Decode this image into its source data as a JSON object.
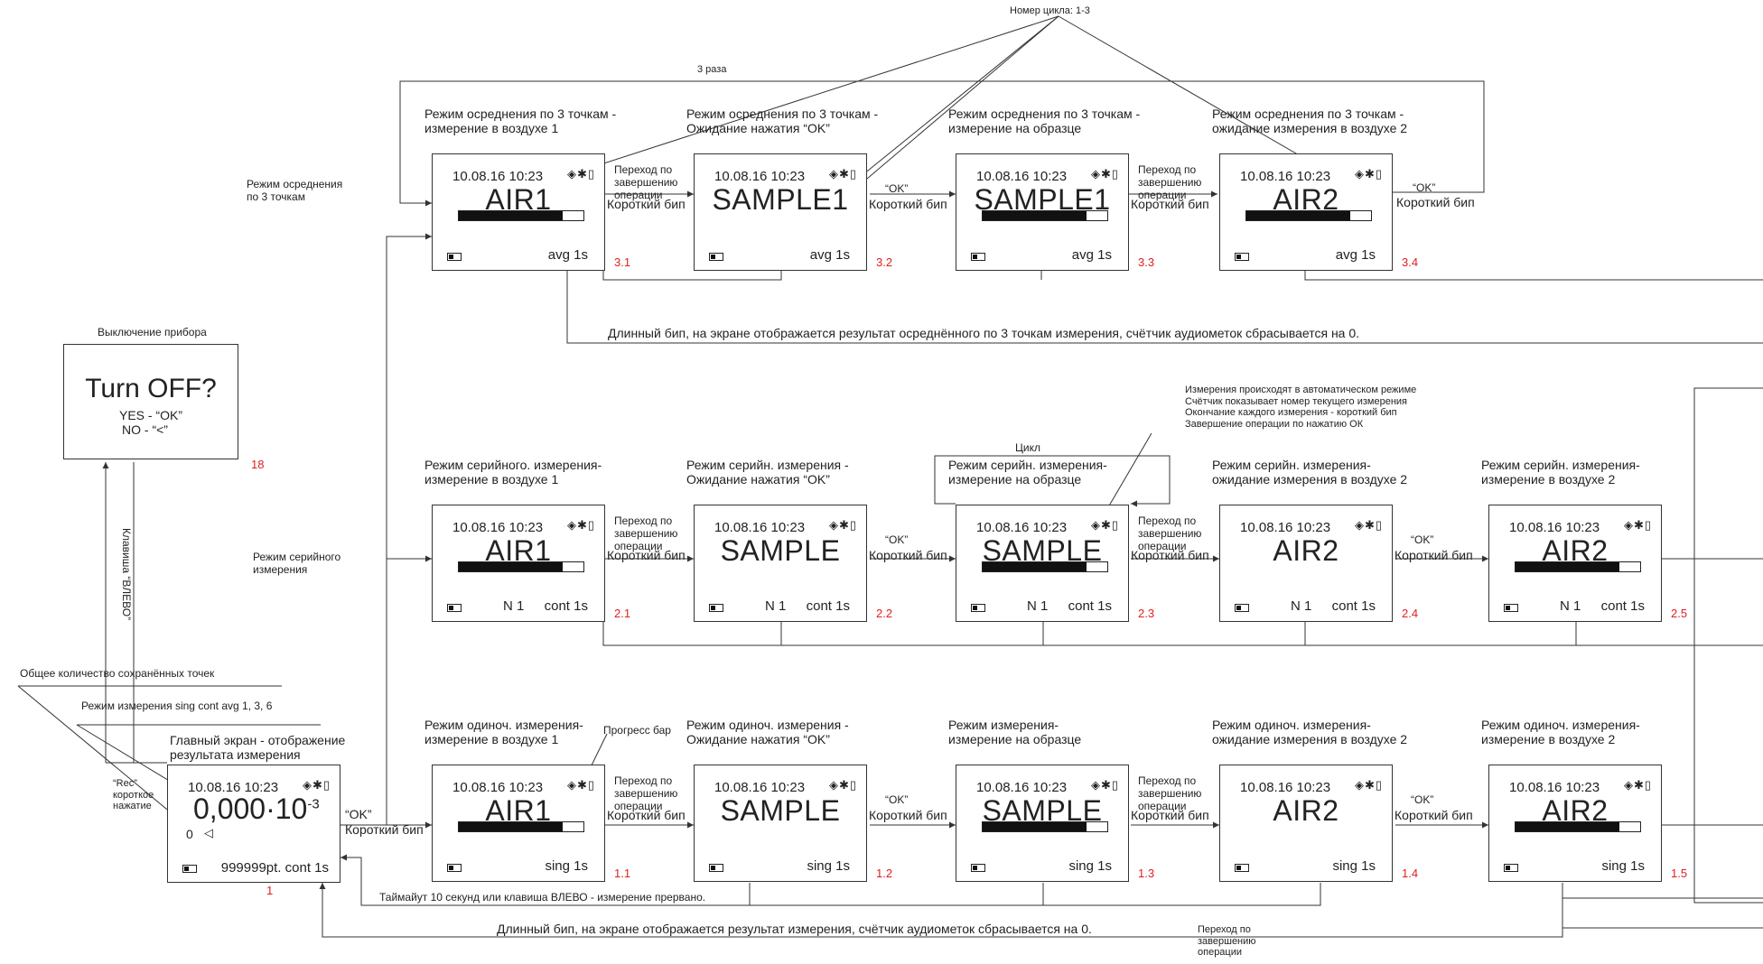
{
  "cycle_note": "Номер цикла: 1-3",
  "three_times": "3 раза",
  "mode_avg3": "Режим осреднения\nпо 3 точкам",
  "mode_serial": "Режим серийного\nизмерения",
  "off_title": "Выключение прибора",
  "off_screen": {
    "line1": "Turn OFF?",
    "line2": "YES - “OK”",
    "line3": "NO - “<”",
    "num": "18"
  },
  "left_key": "Клавиша “ВЛЕВО”",
  "total_points": "Общее количество сохранённых точек",
  "mode_list": "Режим измерения sing cont avg 1, 3, 6",
  "rec": "“Rec”\nкороткое\nнажатие",
  "progress_bar": "Прогресс бар",
  "cycle": "Цикл",
  "serial_note": "Измерения происходят в автоматическом режиме\nСчётчик показывает номер текущего измерения\nОкончание каждого измерения - короткий бип\nЗавершение операции по нажатию ОК",
  "long_beep_avg": "Длинный бип, на экране отображается результат осреднённого по 3 точкам измерения, счётчик аудиометок сбрасывается на 0.",
  "timeout": "Таймайут 10 секунд или клавиша ВЛЕВО  - измерение прервано.",
  "long_beep_main": "Длинный бип, на экране отображается результат измерения, счётчик аудиометок сбрасывается на 0.",
  "transition_done": "Переход по\nзавершению\nоперации",
  "ok": "“OK”",
  "short_beep": "Короткий бип",
  "date": "10.08.16  10:23",
  "status_icons": "◈✱▯",
  "main_screen": {
    "title": "Главный экран - отображение\nрезультата измерения",
    "value": "0,000·10",
    "exp": "-3",
    "zero": "0",
    "speaker": "◁",
    "points": "999999pt. cont 1s",
    "num": "1"
  },
  "screens": [
    {
      "id": "3.1",
      "title": "Режим осреднения по 3 точкам -\nизмерение в воздухе 1",
      "big": "AIR1",
      "bar": 0.83,
      "n": "",
      "mode": "avg 1s"
    },
    {
      "id": "3.2",
      "title": "Режим осреднения по 3 точкам -\nОжидание нажатия “OK”",
      "big": "SAMPLE1",
      "bar": null,
      "n": "",
      "mode": "avg 1s"
    },
    {
      "id": "3.3",
      "title": "Режим осреднения по 3 точкам -\nизмерение на образце",
      "big": "SAMPLE1",
      "bar": 0.83,
      "n": "",
      "mode": "avg 1s"
    },
    {
      "id": "3.4",
      "title": "Режим осреднения по 3 точкам -\nожидание измерения в воздухе 2",
      "big": "AIR2",
      "bar": 0.83,
      "n": "",
      "mode": "avg 1s"
    },
    {
      "id": "2.1",
      "title": "Режим серийного. измерения-\nизмерение в воздухе 1",
      "big": "AIR1",
      "bar": 0.83,
      "n": "N 1",
      "mode": "cont 1s"
    },
    {
      "id": "2.2",
      "title": "Режим серийн. измерения -\nОжидание нажатия “OK”",
      "big": "SAMPLE",
      "bar": null,
      "n": "N 1",
      "mode": "cont 1s"
    },
    {
      "id": "2.3",
      "title": "Режим серийн. измерения-\nизмерение на образце",
      "big": "SAMPLE",
      "bar": 0.83,
      "n": "N 1",
      "mode": "cont 1s"
    },
    {
      "id": "2.4",
      "title": "Режим серийн. измерения-\nожидание измерения в воздухе 2",
      "big": "AIR2",
      "bar": null,
      "n": "N 1",
      "mode": "cont 1s"
    },
    {
      "id": "2.5",
      "title": "Режим серийн. измерения-\nизмерение в воздухе 2",
      "big": "AIR2",
      "bar": 0.83,
      "n": "N 1",
      "mode": "cont 1s"
    },
    {
      "id": "1.1",
      "title": "Режим одиноч. измерения-\nизмерение в воздухе 1",
      "big": "AIR1",
      "bar": 0.83,
      "n": "",
      "mode": "sing 1s"
    },
    {
      "id": "1.2",
      "title": "Режим одиноч. измерения -\nОжидание нажатия “OK”",
      "big": "SAMPLE",
      "bar": null,
      "n": "",
      "mode": "sing 1s"
    },
    {
      "id": "1.3",
      "title": "Режим измерения-\nизмерение на образце",
      "big": "SAMPLE",
      "bar": 0.83,
      "n": "",
      "mode": "sing 1s"
    },
    {
      "id": "1.4",
      "title": "Режим одиноч. измерения-\nожидание измерения в воздухе 2",
      "big": "AIR2",
      "bar": null,
      "n": "",
      "mode": "sing 1s"
    },
    {
      "id": "1.5",
      "title": "Режим одиноч. измерения-\nизмерение в воздухе 2",
      "big": "AIR2",
      "bar": 0.83,
      "n": "",
      "mode": "sing 1s"
    }
  ]
}
